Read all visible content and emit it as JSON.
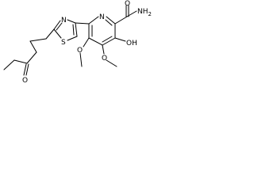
{
  "structure": {
    "atom_labels": {
      "ketone_oxygen": "O",
      "thiazole_sulfur": "S",
      "thiazole_nitrogen": "N",
      "pyridine_nitrogen": "N",
      "amide_nitrogen": "NH",
      "amide_hydrogen_count": "2",
      "amide_oxygen": "O",
      "hydroxyl_oxygen": "OH",
      "methoxy_oxygen_1": "O",
      "methoxy_oxygen_2": "O"
    },
    "colors": {
      "bond": "#000000",
      "label": "#000000",
      "background": "#ffffff"
    }
  }
}
